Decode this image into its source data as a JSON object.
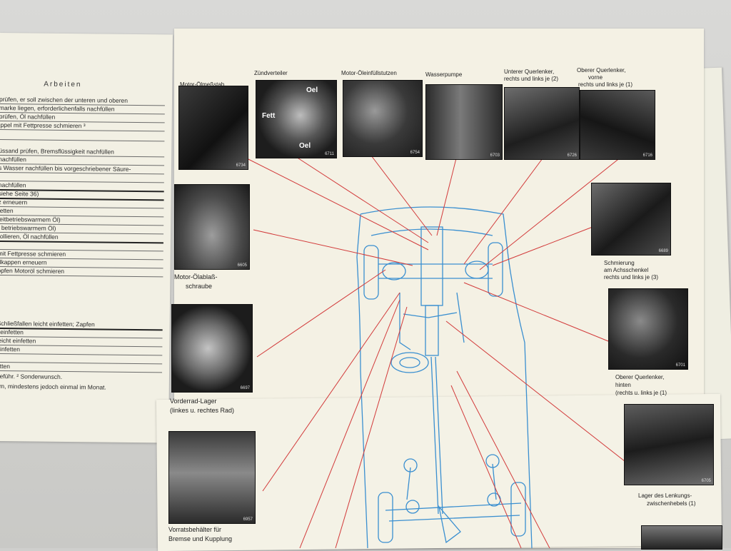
{
  "left_page": {
    "title": "Arbeiten",
    "lines": [
      "prüfen, er soll zwischen der unteren und oberen",
      "marke liegen, erforderlichenfalls nachfüllen",
      "prüfen, Öl nachfüllen",
      "ippel mit Fettpresse schmieren ³",
      "",
      "üssand prüfen, Bremsflüssigkeit nachfüllen",
      "nachfüllen",
      "s Wasser nachfüllen bis vorgeschriebener Säure-",
      "",
      "nachfüllen",
      "siehe Seite 36)",
      "z erneuern",
      "fetten",
      "leitbetriebswarmem Öl)",
      "t betriebswarmem Öl)",
      "rollieren, Öl nachfüllen",
      "",
      "mit Fettpresse schmieren",
      "dkappen erneuern",
      "opfen Motoröl schmieren"
    ],
    "lines2": [
      "Schließfallen leicht einfetten; Zapfen",
      "t einfetten",
      "leicht einfetten",
      "einfetten",
      "",
      "etten"
    ],
    "notes": [
      "geführ.   ² Sonderwunsch.",
      "km, mindestens jedoch einmal im Monat."
    ]
  },
  "photos": {
    "p1": {
      "label": "Motor-Ölmeßstab",
      "num": "6734"
    },
    "p2": {
      "label": "Zündverteiler",
      "num": "6711",
      "oel1": "Oel",
      "oel2": "Oel",
      "fett": "Fett"
    },
    "p3": {
      "label": "Motor-Öleinfüllstutzen",
      "num": "6754"
    },
    "p4": {
      "label": "Wasserpumpe",
      "num": "6703"
    },
    "p5": {
      "label1": "Unterer Querlenker,",
      "label2": "rechts und links je (2)",
      "num": "6726"
    },
    "p6": {
      "label1": "Oberer Querlenker,",
      "label2": "vorne",
      "label3": "rechts und links je (1)",
      "num": "6716"
    },
    "p7": {
      "label1": "Motor-Ölablaß-",
      "label2": "schraube",
      "num": "6605"
    },
    "p8": {
      "label1": "Vorderrad-Lager",
      "label2": "(linkes u. rechtes Rad)",
      "num": "6697"
    },
    "p9": {
      "label1": "Vorratsbehälter für",
      "label2": "Bremse und Kupplung",
      "num": "6957"
    },
    "p10": {
      "label1": "Schmierung",
      "label2": "am Achsschenkel",
      "label3": "rechts und links je (3)",
      "num": "6689"
    },
    "p11": {
      "label1": "Oberer Querlenker,",
      "label2": "hinten",
      "label3": "(rechts u. links je (1)",
      "num": "6701"
    },
    "p12": {
      "label1": "Lager des Lenkungs-",
      "label2": "zwischenhebels (1)",
      "num": "6705"
    }
  }
}
